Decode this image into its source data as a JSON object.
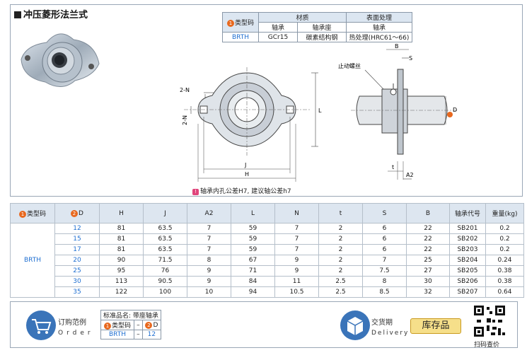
{
  "title": "冲压菱形法兰式",
  "spec_table": {
    "type_code_label": "类型码",
    "material_label": "材质",
    "surface_label": "表面处理",
    "bearing_label": "轴承",
    "seat_label": "轴承座",
    "surface_bearing_label": "轴承",
    "type_code": "BRTH",
    "bearing_material": "GCr15",
    "seat_material": "碳素结构钢",
    "treatment": "热处理(HRC61～66)"
  },
  "drawing": {
    "set_screw_label": "止动螺丝",
    "dim_2n": "2-N",
    "dim_2n_vertical": "2-N",
    "dim_l": "L",
    "dim_j": "J",
    "dim_h": "H",
    "dim_b": "B",
    "dim_s": "S",
    "dim_d": "D",
    "dim_t": "t",
    "dim_a2": "A2"
  },
  "note": "轴承内孔公差H7, 建议轴公差h7",
  "main_table": {
    "headers": [
      "类型码",
      "D",
      "H",
      "J",
      "A2",
      "L",
      "N",
      "t",
      "S",
      "B",
      "轴承代号",
      "重量(kg)"
    ],
    "type_code": "BRTH",
    "rows": [
      [
        "12",
        "81",
        "63.5",
        "7",
        "59",
        "7",
        "2",
        "6",
        "22",
        "SB201",
        "0.2"
      ],
      [
        "15",
        "81",
        "63.5",
        "7",
        "59",
        "7",
        "2",
        "6",
        "22",
        "SB202",
        "0.2"
      ],
      [
        "17",
        "81",
        "63.5",
        "7",
        "59",
        "7",
        "2",
        "6",
        "22",
        "SB203",
        "0.2"
      ],
      [
        "20",
        "90",
        "71.5",
        "8",
        "67",
        "9",
        "2",
        "7",
        "25",
        "SB204",
        "0.24"
      ],
      [
        "25",
        "95",
        "76",
        "9",
        "71",
        "9",
        "2",
        "7.5",
        "27",
        "SB205",
        "0.38"
      ],
      [
        "30",
        "113",
        "90.5",
        "9",
        "84",
        "11",
        "2.5",
        "8",
        "30",
        "SB206",
        "0.38"
      ],
      [
        "35",
        "122",
        "100",
        "10",
        "94",
        "10.5",
        "2.5",
        "8.5",
        "32",
        "SB207",
        "0.64"
      ]
    ]
  },
  "order": {
    "label_cn": "订购范例",
    "label_en": "Order",
    "std_name": "标准品名: 带座轴承",
    "type_code_label": "类型码",
    "d_label": "D",
    "type_code": "BRTH",
    "dash": "–",
    "d_value": "12"
  },
  "delivery": {
    "label_cn": "交货期",
    "label_en": "Delivery",
    "stock": "库存品"
  },
  "scan_label": "扫码查价",
  "colors": {
    "header_bg": "#dde6f0",
    "accent_blue": "#1f6fd1",
    "badge_orange": "#e8681e",
    "stock_bg": "#f6df8a"
  }
}
